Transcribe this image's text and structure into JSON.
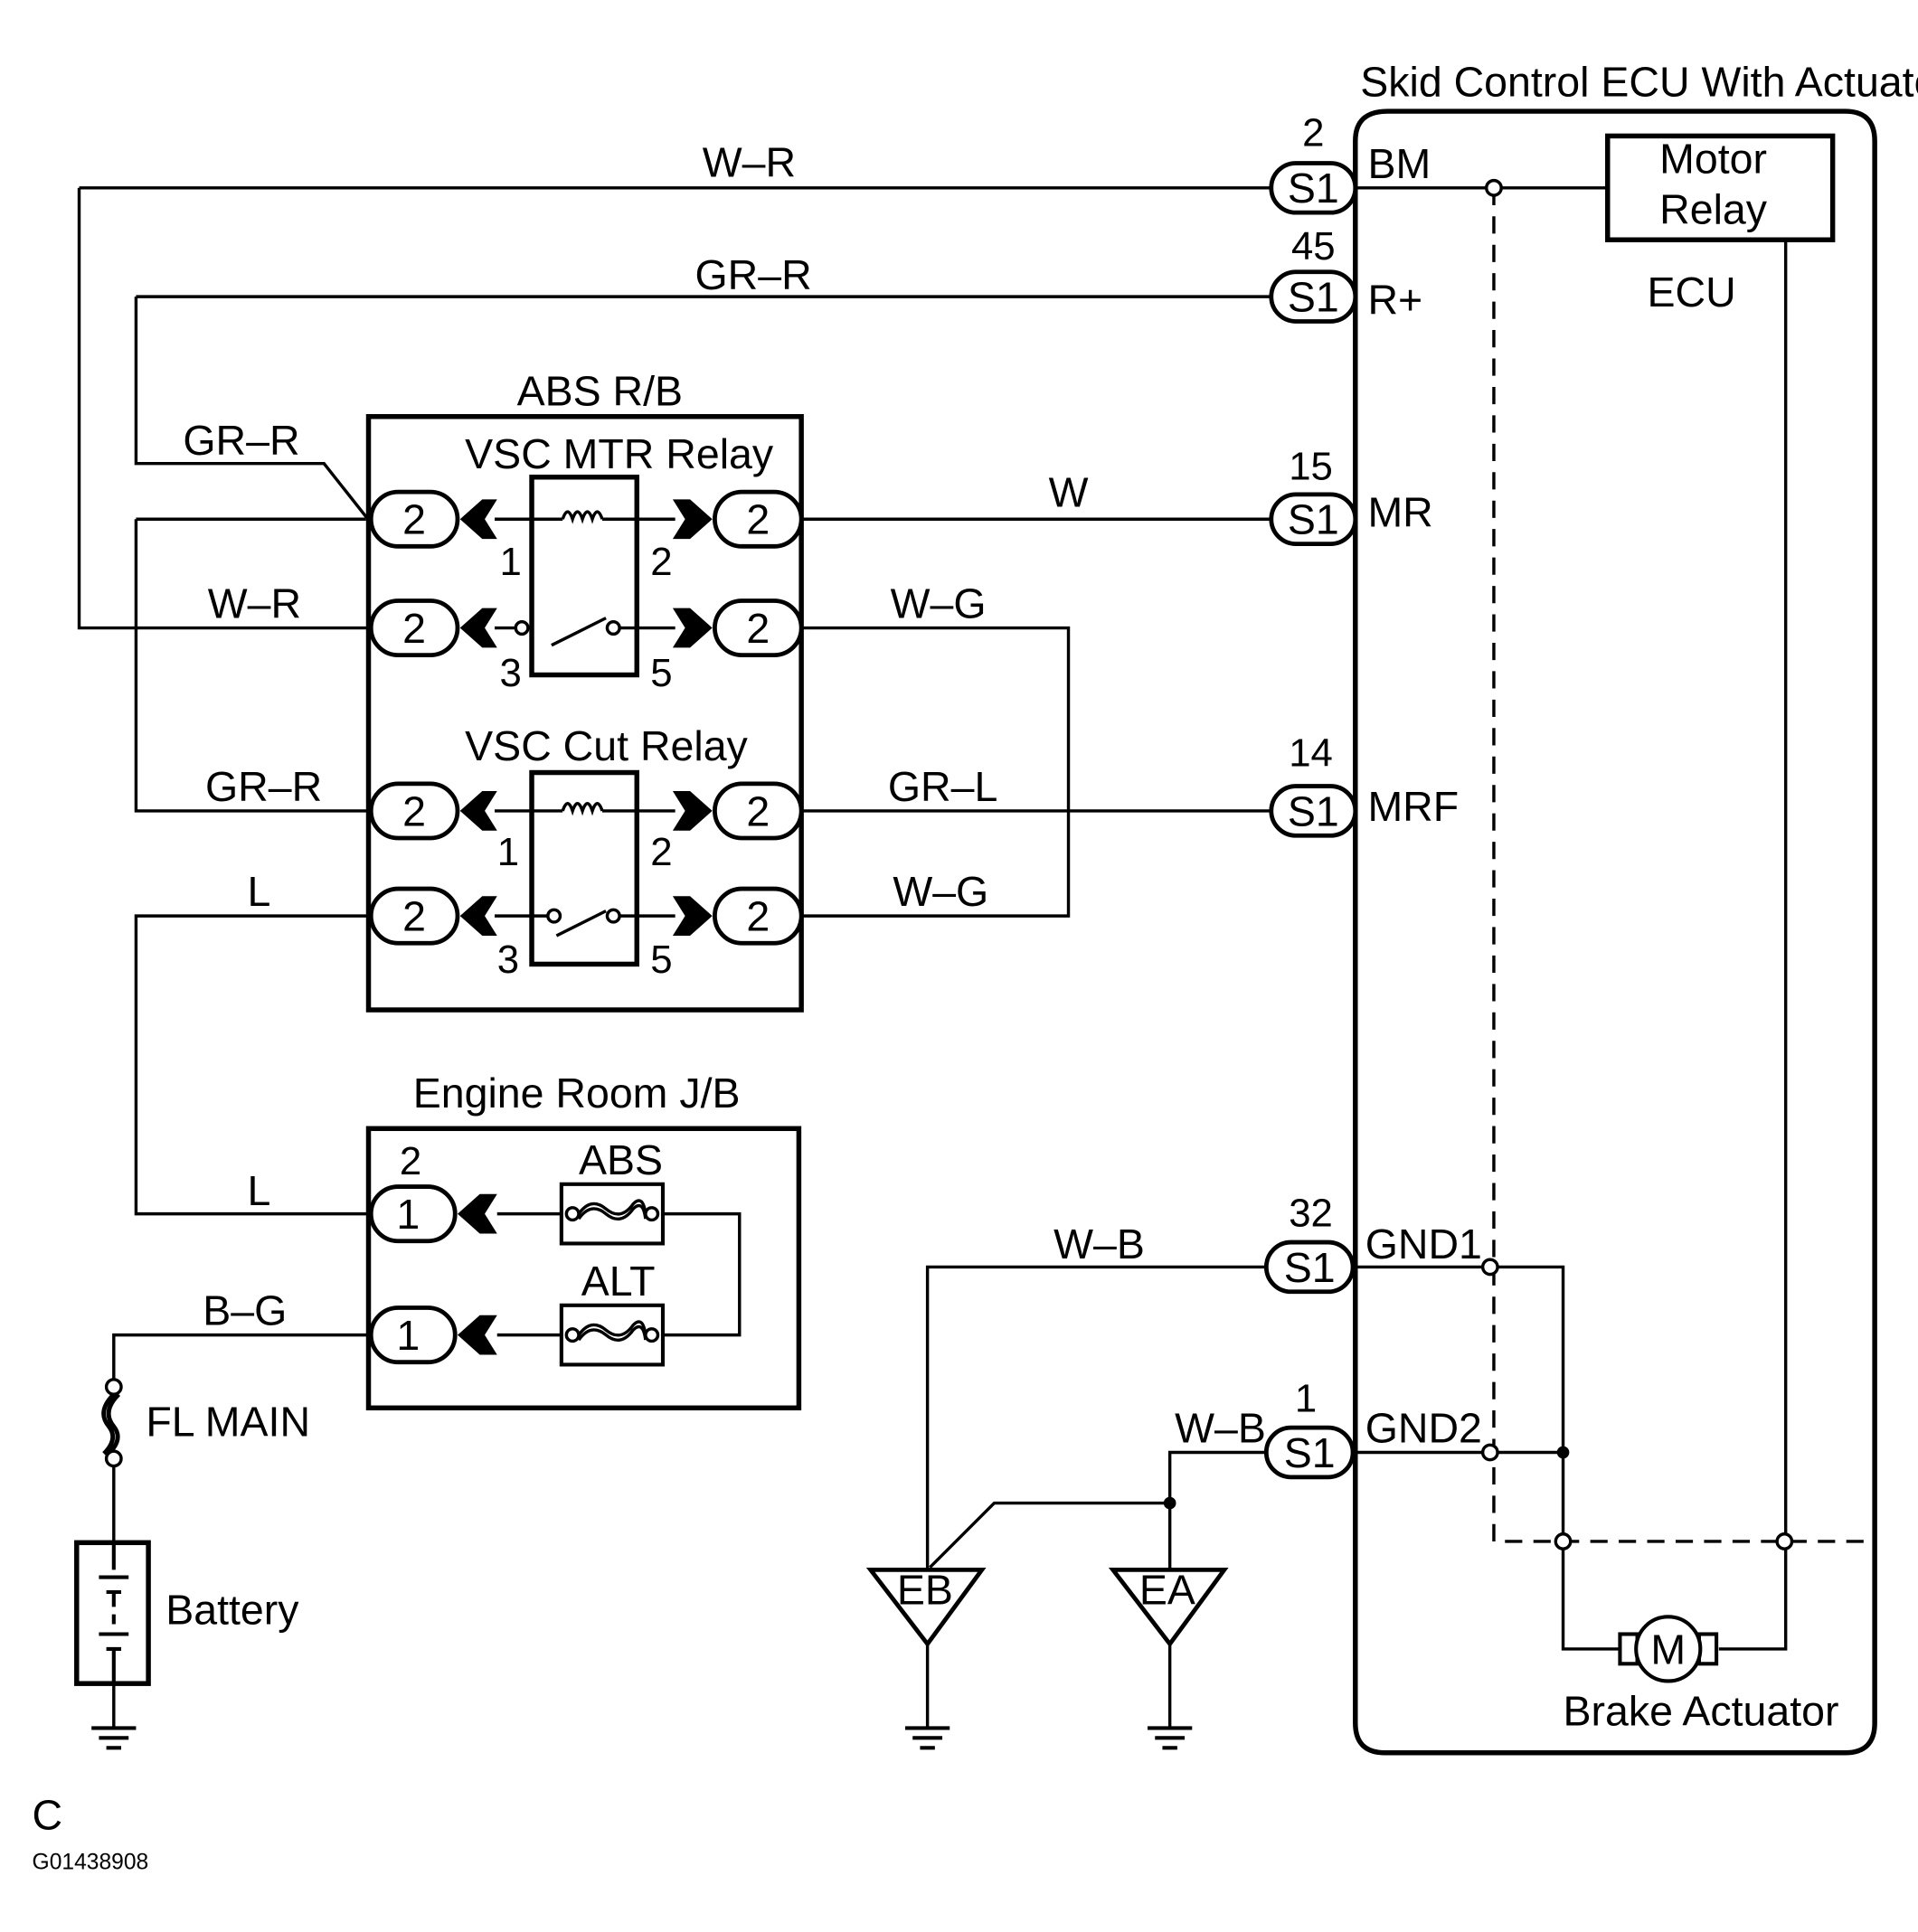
{
  "ecu": {
    "title": "Skid Control ECU With Actuator",
    "motor_relay": [
      "Motor",
      "Relay"
    ],
    "ecu_label": "ECU",
    "brake_actuator": "Brake Actuator",
    "motor_symbol": "M",
    "terminals": [
      {
        "pin": "2",
        "conn": "S1",
        "name": "BM"
      },
      {
        "pin": "45",
        "conn": "S1",
        "name": "R+"
      },
      {
        "pin": "15",
        "conn": "S1",
        "name": "MR"
      },
      {
        "pin": "14",
        "conn": "S1",
        "name": "MRF"
      },
      {
        "pin": "32",
        "conn": "S1",
        "name": "GND1"
      },
      {
        "pin": "1",
        "conn": "S1",
        "name": "GND2"
      }
    ]
  },
  "abs_rb": {
    "title": "ABS R/B",
    "vsc_mtr_relay": "VSC MTR Relay",
    "vsc_cut_relay": "VSC Cut Relay",
    "connector": "2",
    "relay_pins": [
      "1",
      "2",
      "3",
      "5"
    ]
  },
  "engine_jb": {
    "title": "Engine Room J/B",
    "pin_number": "2",
    "connector": "1",
    "fuse_abs": "ABS",
    "fuse_alt": "ALT"
  },
  "wires": {
    "wr": "W–R",
    "grr": "GR–R",
    "w": "W",
    "wg": "W–G",
    "grl": "GR–L",
    "l": "L",
    "bg": "B–G",
    "wb": "W–B"
  },
  "fl_main": "FL MAIN",
  "battery": "Battery",
  "grounds": {
    "eb": "EB",
    "ea": "EA"
  },
  "footer": {
    "letter": "C",
    "code": "G01438908"
  }
}
